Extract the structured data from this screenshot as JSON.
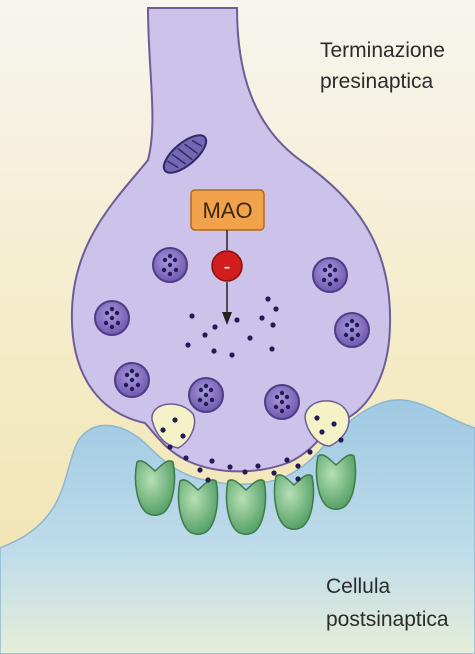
{
  "labels": {
    "presynaptic_line1": "Terminazione",
    "presynaptic_line2": "presinaptica",
    "postsynaptic_line1": "Cellula",
    "postsynaptic_line2": "postsinaptica",
    "enzyme": "MAO",
    "inhibition_sign": "-"
  },
  "colors": {
    "background_top": "#f6f3ea",
    "background_bottom": "#f3e7b8",
    "terminal_fill": "#cfc4ea",
    "terminal_stroke": "#6f5c96",
    "vesicle_fill": "#8f79c9",
    "vesicle_dot": "#241a55",
    "postsynaptic_fill": "#a9cfe6",
    "receptor_fill": "#84c48a",
    "mao_box": "#f2a24a",
    "inhibitor": "#d21d1d"
  }
}
